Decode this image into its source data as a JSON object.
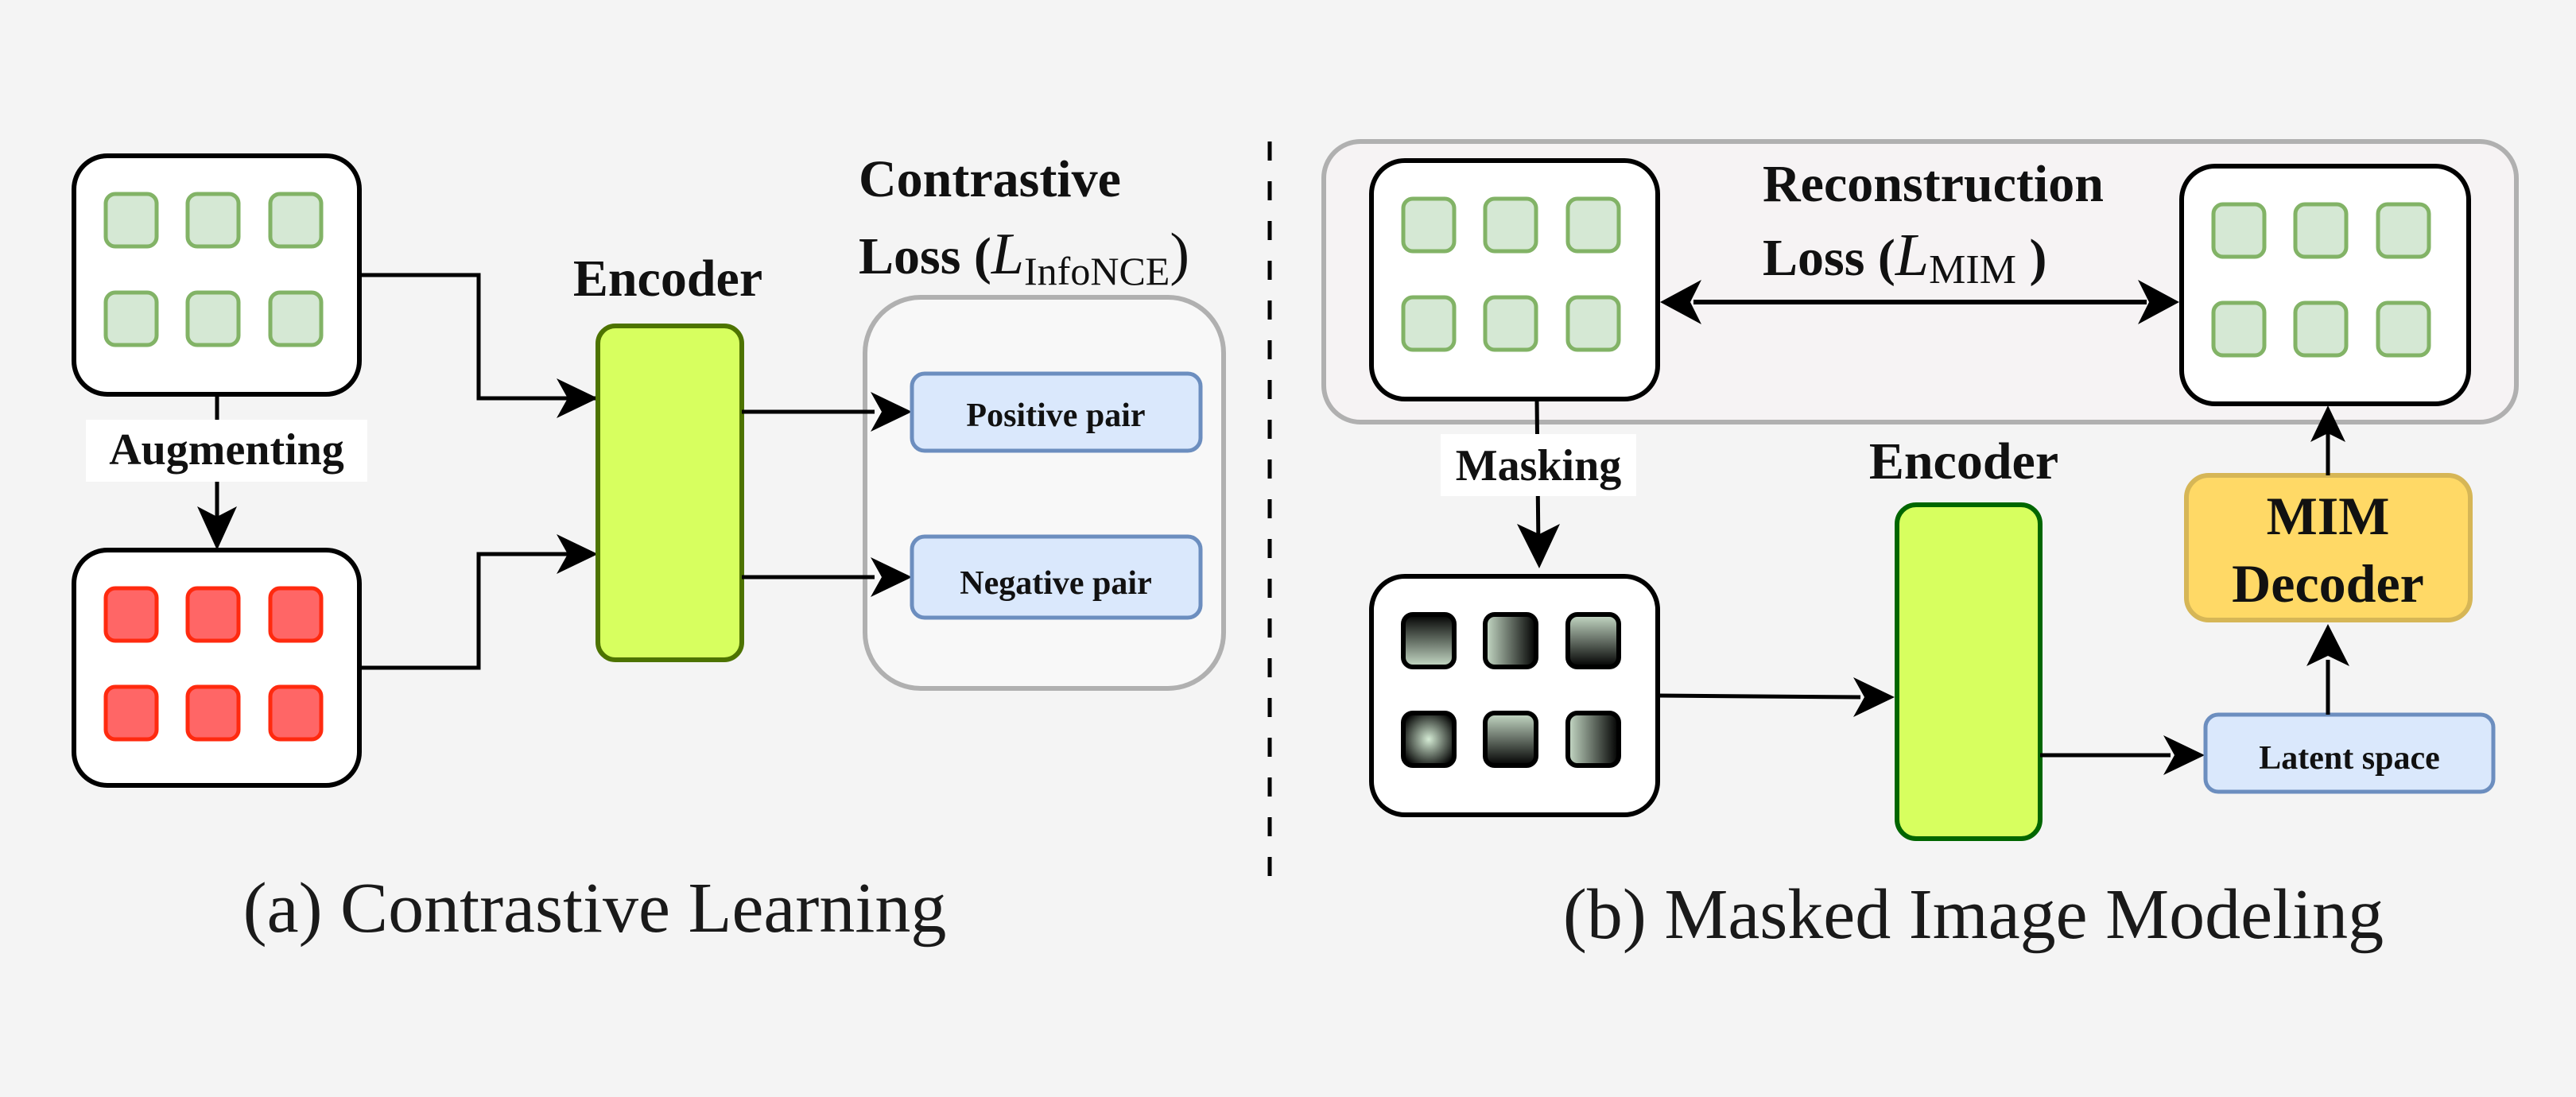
{
  "panel_a": {
    "caption": "(a) Contrastive Learning",
    "augment_label": "Augmenting",
    "encoder_label": "Encoder",
    "loss_title_line1": "Contrastive",
    "loss_title_line2_prefix": "Loss (",
    "loss_symbol": "L",
    "loss_subscript": "InfoNCE",
    "loss_title_suffix": ")",
    "positive_pair": "Positive pair",
    "negative_pair": "Negative pair"
  },
  "panel_b": {
    "caption": "(b) Masked Image Modeling",
    "masking_label": "Masking",
    "encoder_label": "Encoder",
    "loss_title_line1": "Reconstruction",
    "loss_title_line2_prefix": "Loss (",
    "loss_symbol": "L",
    "loss_subscript": "MIM",
    "loss_title_suffix": " )",
    "decoder_line1": "MIM",
    "decoder_line2": "Decoder",
    "latent_label": "Latent space"
  },
  "colors": {
    "background": "#f4f4f4",
    "patch_original_fill": "#d5e8d4",
    "patch_original_stroke": "#82b366",
    "patch_augmented_fill": "#ff6666",
    "patch_augmented_stroke": "#ff2a0f",
    "encoder_fill": "#d7ff5f",
    "encoder_a_stroke": "#4d7300",
    "encoder_b_stroke": "#006600",
    "pair_fill": "#dae8fc",
    "pair_stroke": "#6c8ebf",
    "decoder_fill": "#ffd966",
    "decoder_stroke": "#d6b656",
    "panel_stroke": "#b0b0b0",
    "recon_panel_fill": "#f6f3f4"
  }
}
